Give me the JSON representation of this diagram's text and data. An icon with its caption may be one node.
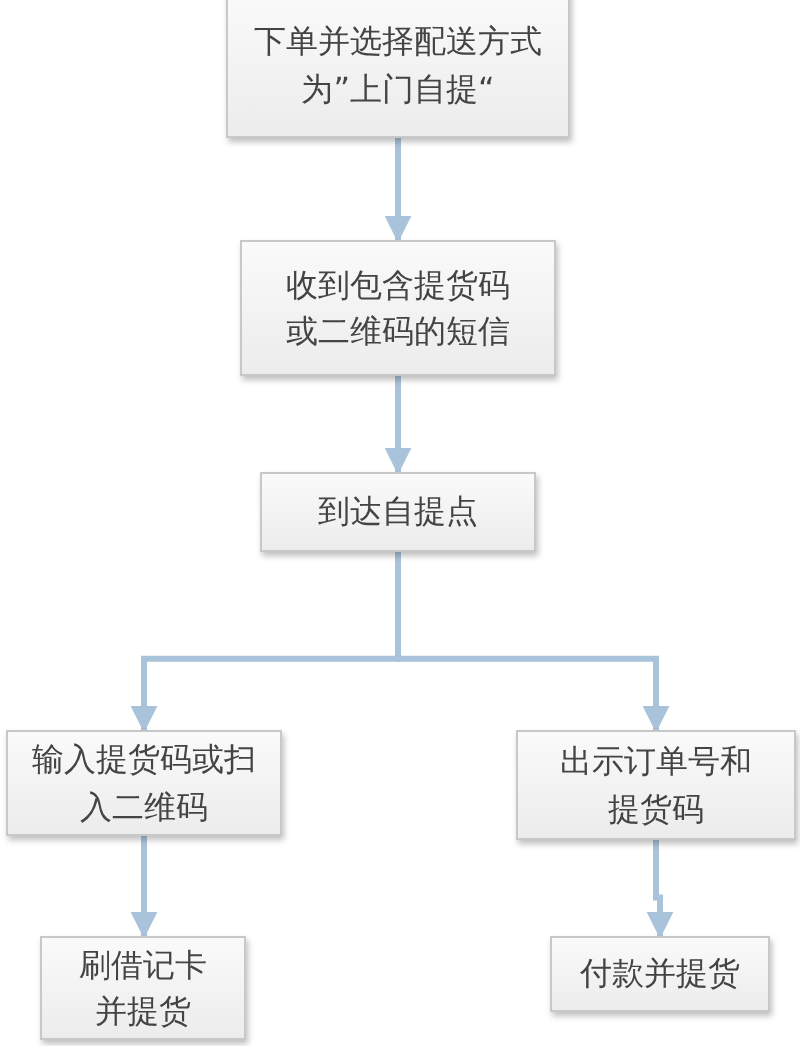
{
  "diagram": {
    "nodes": [
      {
        "text": [
          "下单并选择配送方式为”上门自提“"
        ]
      },
      {
        "text": [
          "收到包含提货码或二维码的短信"
        ]
      },
      {
        "text": [
          "到达自提点"
        ]
      },
      {
        "text": [
          "输入提货码或扫入二维码"
        ]
      },
      {
        "text": [
          "出示订单号和提货码"
        ]
      },
      {
        "text": [
          "刷借记卡并提货"
        ]
      },
      {
        "text": [
          "付款并提货"
        ]
      }
    ],
    "edges": [
      {
        "from": 0,
        "to": 1,
        "arrow": "to"
      },
      {
        "from": 1,
        "to": 2,
        "arrow": "to"
      },
      {
        "from": 2,
        "to": 3,
        "arrow": "to"
      },
      {
        "from": 2,
        "to": 4,
        "arrow": "to"
      },
      {
        "from": 3,
        "to": 5,
        "arrow": "to"
      },
      {
        "from": 4,
        "to": 6,
        "arrow": "to"
      }
    ]
  }
}
